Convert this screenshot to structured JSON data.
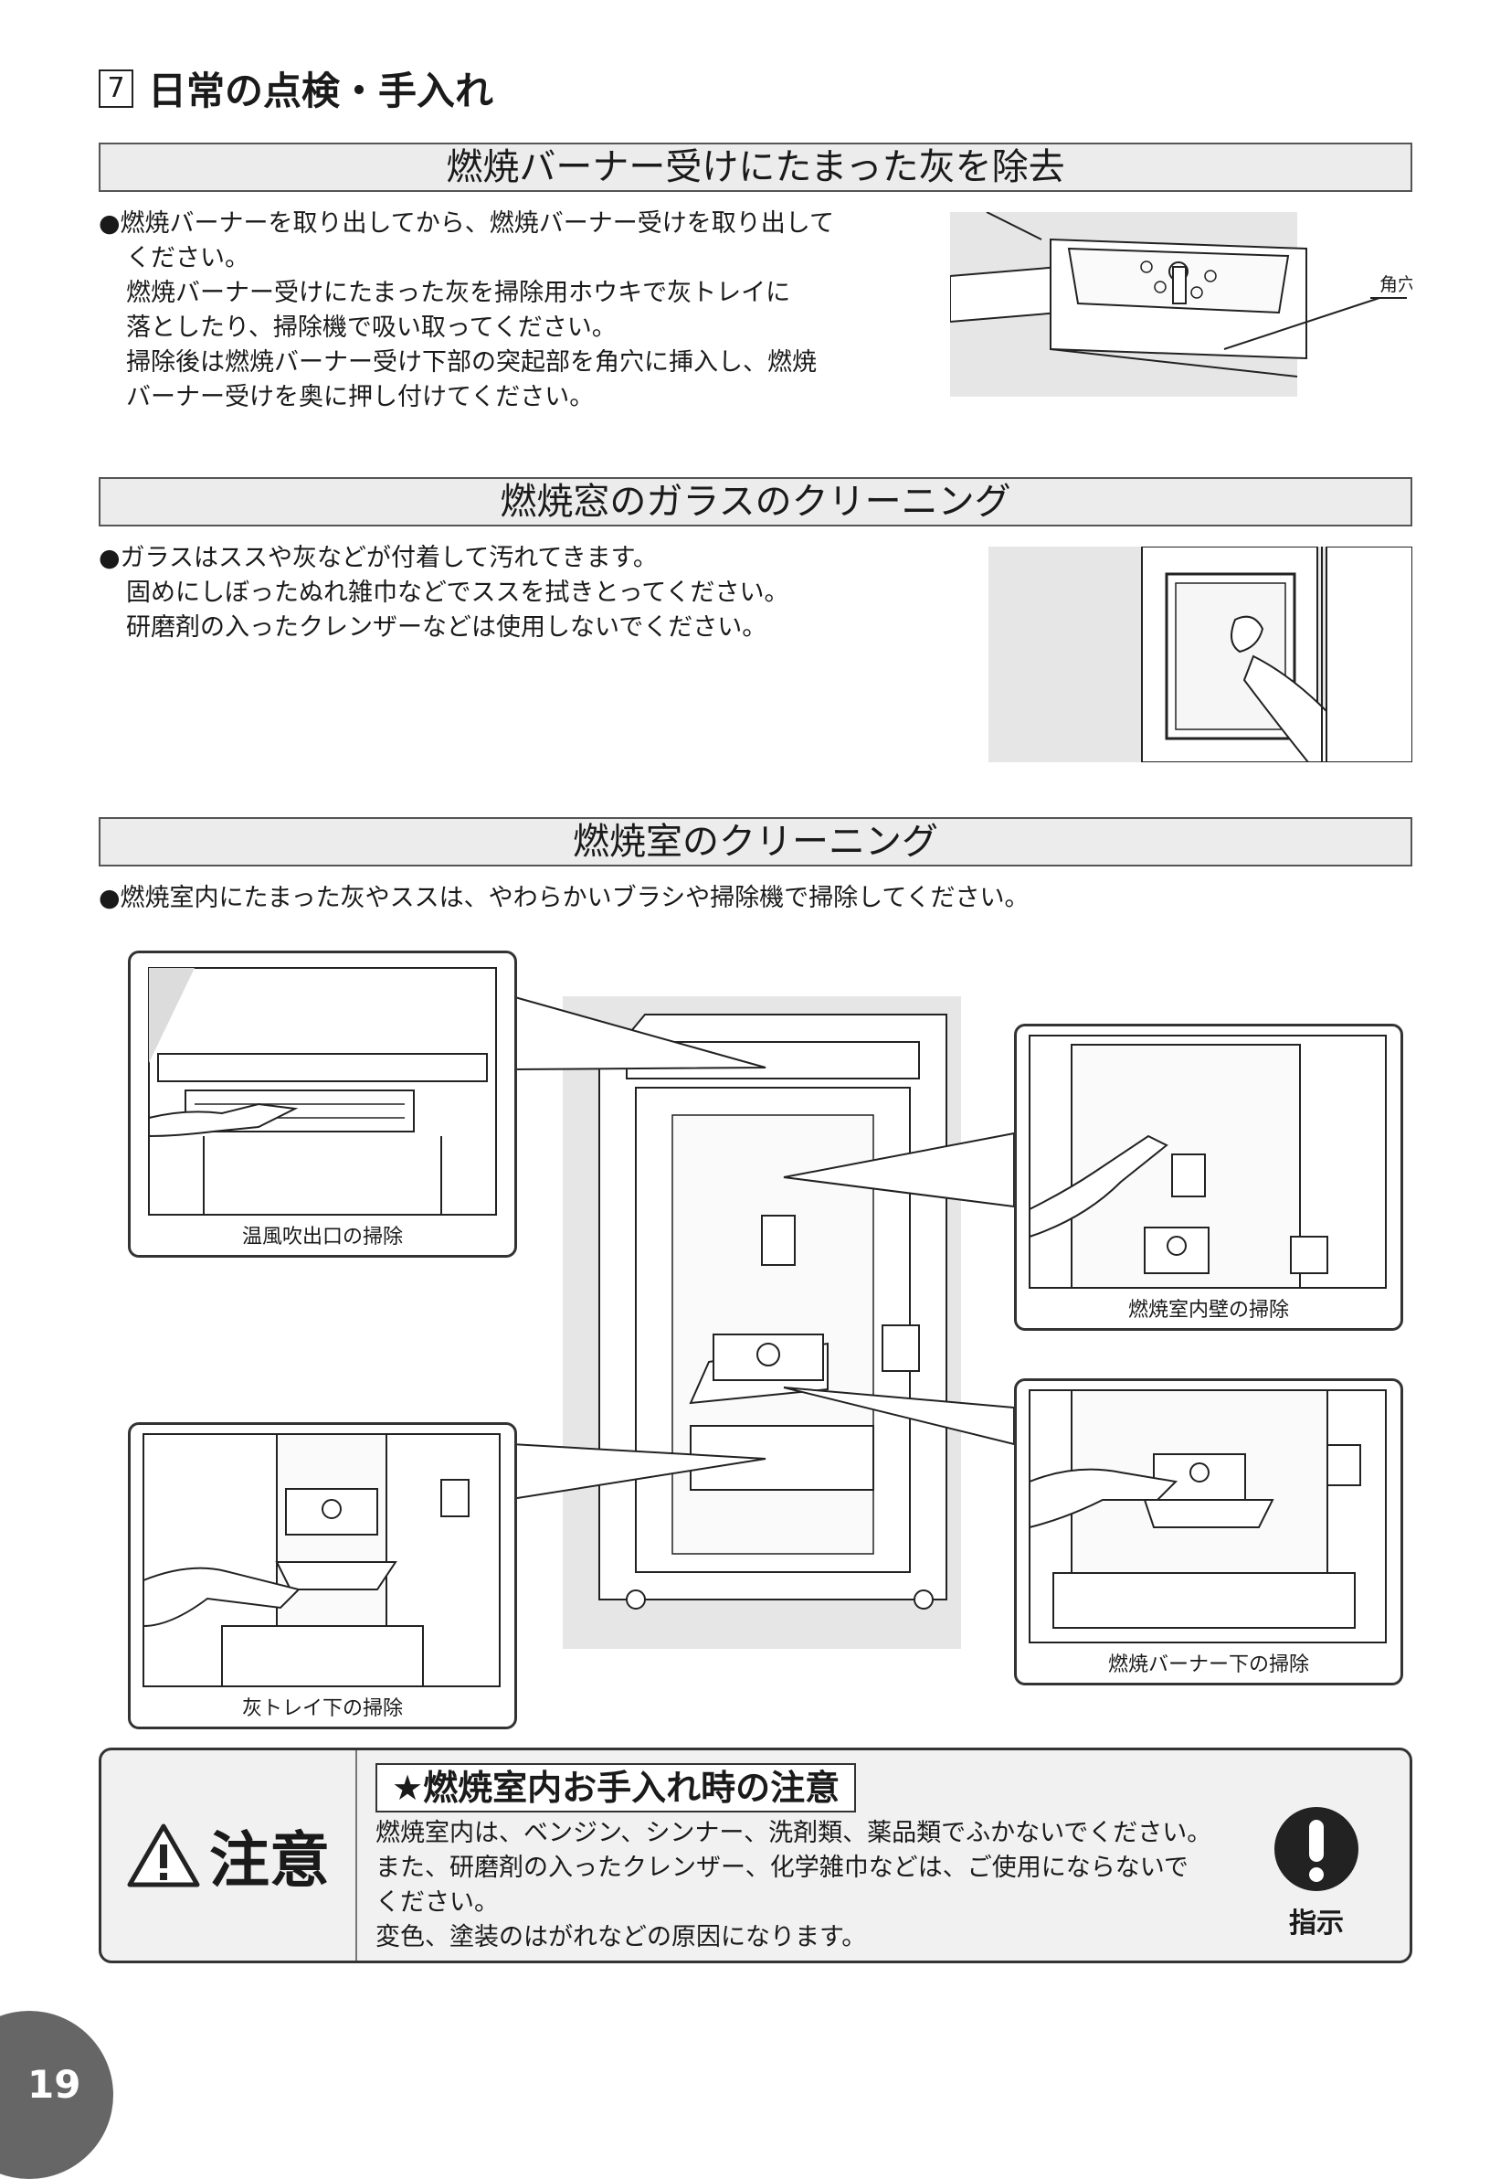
{
  "header": {
    "section_number": "7",
    "title": "日常の点検・手入れ"
  },
  "section1": {
    "heading": "燃焼バーナー受けにたまった灰を除去",
    "lines": [
      "●燃焼バーナーを取り出してから、燃焼バーナー受けを取り出して",
      "ください。",
      "燃焼バーナー受けにたまった灰を掃除用ホウキで灰トレイに",
      "落としたり、掃除機で吸い取ってください。",
      "掃除後は燃焼バーナー受け下部の突起部を角穴に挿入し、燃焼",
      "バーナー受けを奥に押し付けてください。"
    ],
    "figure_label": "角穴"
  },
  "section2": {
    "heading": "燃焼窓のガラスのクリーニング",
    "lines": [
      "●ガラスはススや灰などが付着して汚れてきます。",
      "固めにしぼったぬれ雑巾などでススを拭きとってください。",
      "研磨剤の入ったクレンザーなどは使用しないでください。"
    ]
  },
  "section3": {
    "heading": "燃焼室のクリーニング",
    "lines": [
      "●燃焼室内にたまった灰やススは、やわらかいブラシや掃除機で掃除してください。"
    ],
    "callouts": {
      "top_left": "温風吹出口の掃除",
      "top_right": "燃焼室内壁の掃除",
      "bottom_left": "灰トレイ下の掃除",
      "bottom_right": "燃焼バーナー下の掃除"
    }
  },
  "caution": {
    "label": "注意",
    "title": "★燃焼室内お手入れ時の注意",
    "lines": [
      "燃焼室内は、ベンジン、シンナー、洗剤類、薬品類でふかないでください。",
      "また、研磨剤の入ったクレンザー、化学雑巾などは、ご使用にならないで",
      "ください。",
      "変色、塗装のはがれなどの原因になります。"
    ],
    "instruction_label": "指示"
  },
  "page_number": "19"
}
